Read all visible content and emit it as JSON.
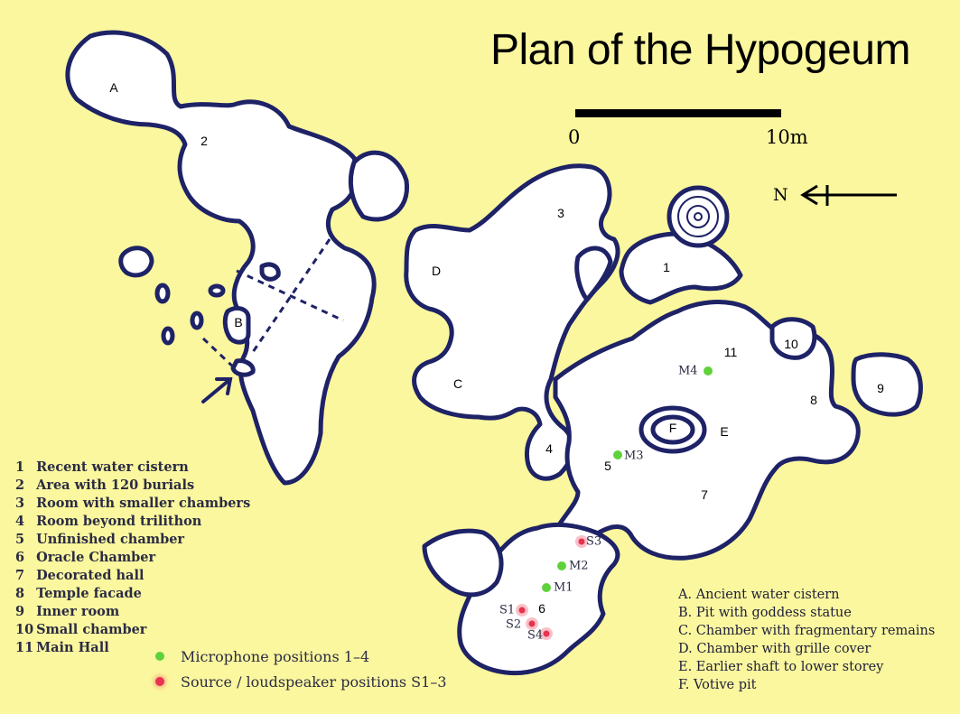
{
  "title": "Plan of the Hypogeum",
  "scale_bar": {
    "start_label": "0",
    "end_label": "10m"
  },
  "north_label": "N",
  "colors": {
    "background": "#fbf79e",
    "room_fill": "#ffffff",
    "outline": "#1e2266",
    "microphone": "#5fd23b",
    "source": "#e8334f"
  },
  "area_labels": [
    {
      "text": "A"
    },
    {
      "text": "2"
    },
    {
      "text": "3"
    },
    {
      "text": "D"
    },
    {
      "text": "1"
    },
    {
      "text": "B"
    },
    {
      "text": "11"
    },
    {
      "text": "10"
    },
    {
      "text": "C"
    },
    {
      "text": "8"
    },
    {
      "text": "9"
    },
    {
      "text": "F"
    },
    {
      "text": "E"
    },
    {
      "text": "4"
    },
    {
      "text": "5"
    },
    {
      "text": "7"
    },
    {
      "text": "6"
    }
  ],
  "microphones": [
    {
      "label": "M1"
    },
    {
      "label": "M2"
    },
    {
      "label": "M3"
    },
    {
      "label": "M4"
    }
  ],
  "sources": [
    {
      "label": "S1"
    },
    {
      "label": "S2"
    },
    {
      "label": "S3"
    },
    {
      "label": "S4"
    }
  ],
  "legend_numbers": [
    {
      "num": "1",
      "text": "Recent water cistern"
    },
    {
      "num": "2",
      "text": "Area with 120 burials"
    },
    {
      "num": "3",
      "text": "Room with smaller chambers"
    },
    {
      "num": "4",
      "text": "Room beyond trilithon"
    },
    {
      "num": "5",
      "text": "Unfinished chamber"
    },
    {
      "num": "6",
      "text": "Oracle Chamber"
    },
    {
      "num": "7",
      "text": "Decorated hall"
    },
    {
      "num": "8",
      "text": "Temple facade"
    },
    {
      "num": "9",
      "text": "Inner room"
    },
    {
      "num": "10",
      "text": "Small chamber"
    },
    {
      "num": "11",
      "text": "Main Hall"
    }
  ],
  "legend_letters": [
    "A. Ancient water cistern",
    "B. Pit with goddess statue",
    "C. Chamber with fragmentary remains",
    "D. Chamber with grille cover",
    "E. Earlier shaft to lower storey",
    "F. Votive pit"
  ],
  "marker_legend": {
    "microphone": "Microphone positions 1–4",
    "source": "Source / loudspeaker positions  S1–3"
  }
}
